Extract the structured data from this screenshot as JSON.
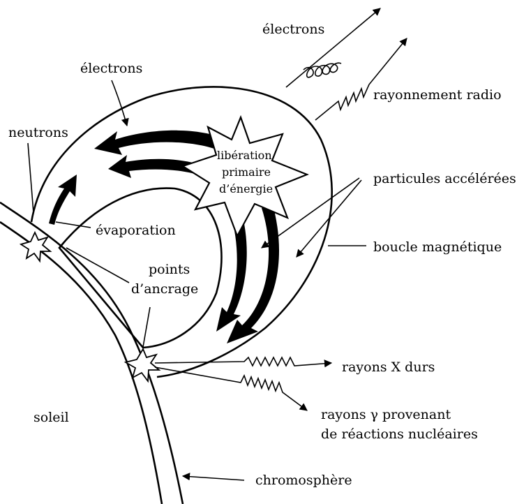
{
  "labels": {
    "electrons_top": "électrons",
    "electrons_left": "électrons",
    "radio": "rayonnement radio",
    "neutrons": "neutrons",
    "release_1": "libération",
    "release_2": "primaire",
    "release_3": "d’énergie",
    "accelerated": "particules accélérées",
    "evaporation": "évaporation",
    "magnetic_loop": "boucle magnétique",
    "anchor_1": "points",
    "anchor_2": "d’ancrage",
    "hard_xrays": "rayons X durs",
    "sun": "soleil",
    "gamma_1": "rayons γ provenant",
    "gamma_2": "de réactions nucléaires",
    "chromosphere": "chromosphère"
  }
}
